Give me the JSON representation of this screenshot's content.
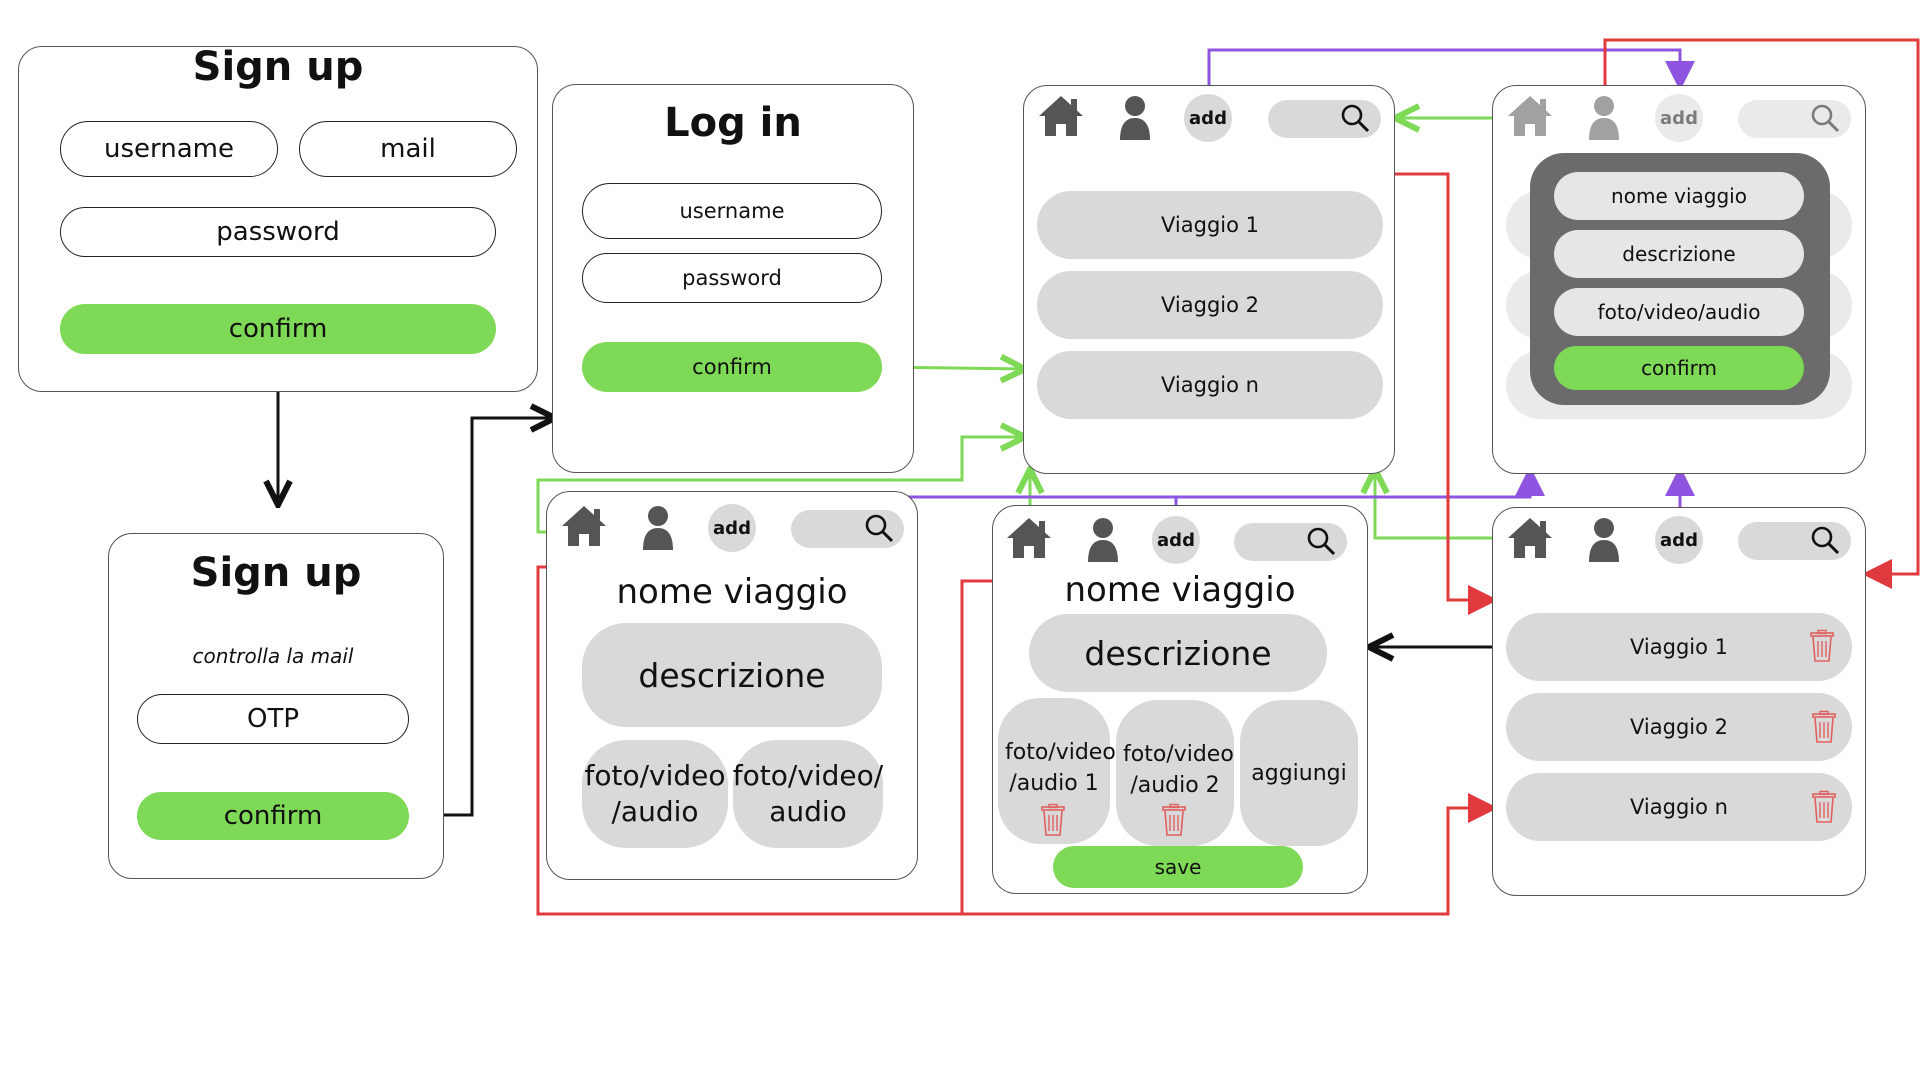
{
  "colors": {
    "green": "#7ed957",
    "gray": "#d9d9d9",
    "dark_gray": "#6b6b6b",
    "red_arrow": "#e0393e",
    "purple_arrow": "#8e55e0",
    "green_arrow": "#7ed957",
    "black_arrow": "#111111",
    "trash_red": "#e06060"
  },
  "signup1": {
    "title": "Sign up",
    "username": "username",
    "mail": "mail",
    "password": "password",
    "confirm": "confirm"
  },
  "signup2": {
    "title": "Sign up",
    "hint": "controlla la mail",
    "otp": "OTP",
    "confirm": "confirm"
  },
  "login": {
    "title": "Log in",
    "username": "username",
    "password": "password",
    "confirm": "confirm"
  },
  "nav": {
    "add": "add"
  },
  "home_list": {
    "items": [
      "Viaggio 1",
      "Viaggio 2",
      "Viaggio n"
    ]
  },
  "add_modal": {
    "fields": [
      "nome viaggio",
      "descrizione",
      "foto/video/audio"
    ],
    "confirm": "confirm"
  },
  "trip_view": {
    "name": "nome viaggio",
    "description": "descrizione",
    "media": [
      "foto/video /audio",
      "foto/video/ audio"
    ]
  },
  "trip_edit": {
    "name": "nome viaggio",
    "description": "descrizione",
    "media": [
      "foto/video /audio 1",
      "foto/video /audio 2"
    ],
    "add": "aggiungi",
    "save": "save"
  },
  "profile_list": {
    "items": [
      "Viaggio 1",
      "Viaggio 2",
      "Viaggio n"
    ]
  },
  "icons": [
    "home-icon",
    "user-icon",
    "search-icon",
    "trash-icon",
    "arrow-icon"
  ]
}
